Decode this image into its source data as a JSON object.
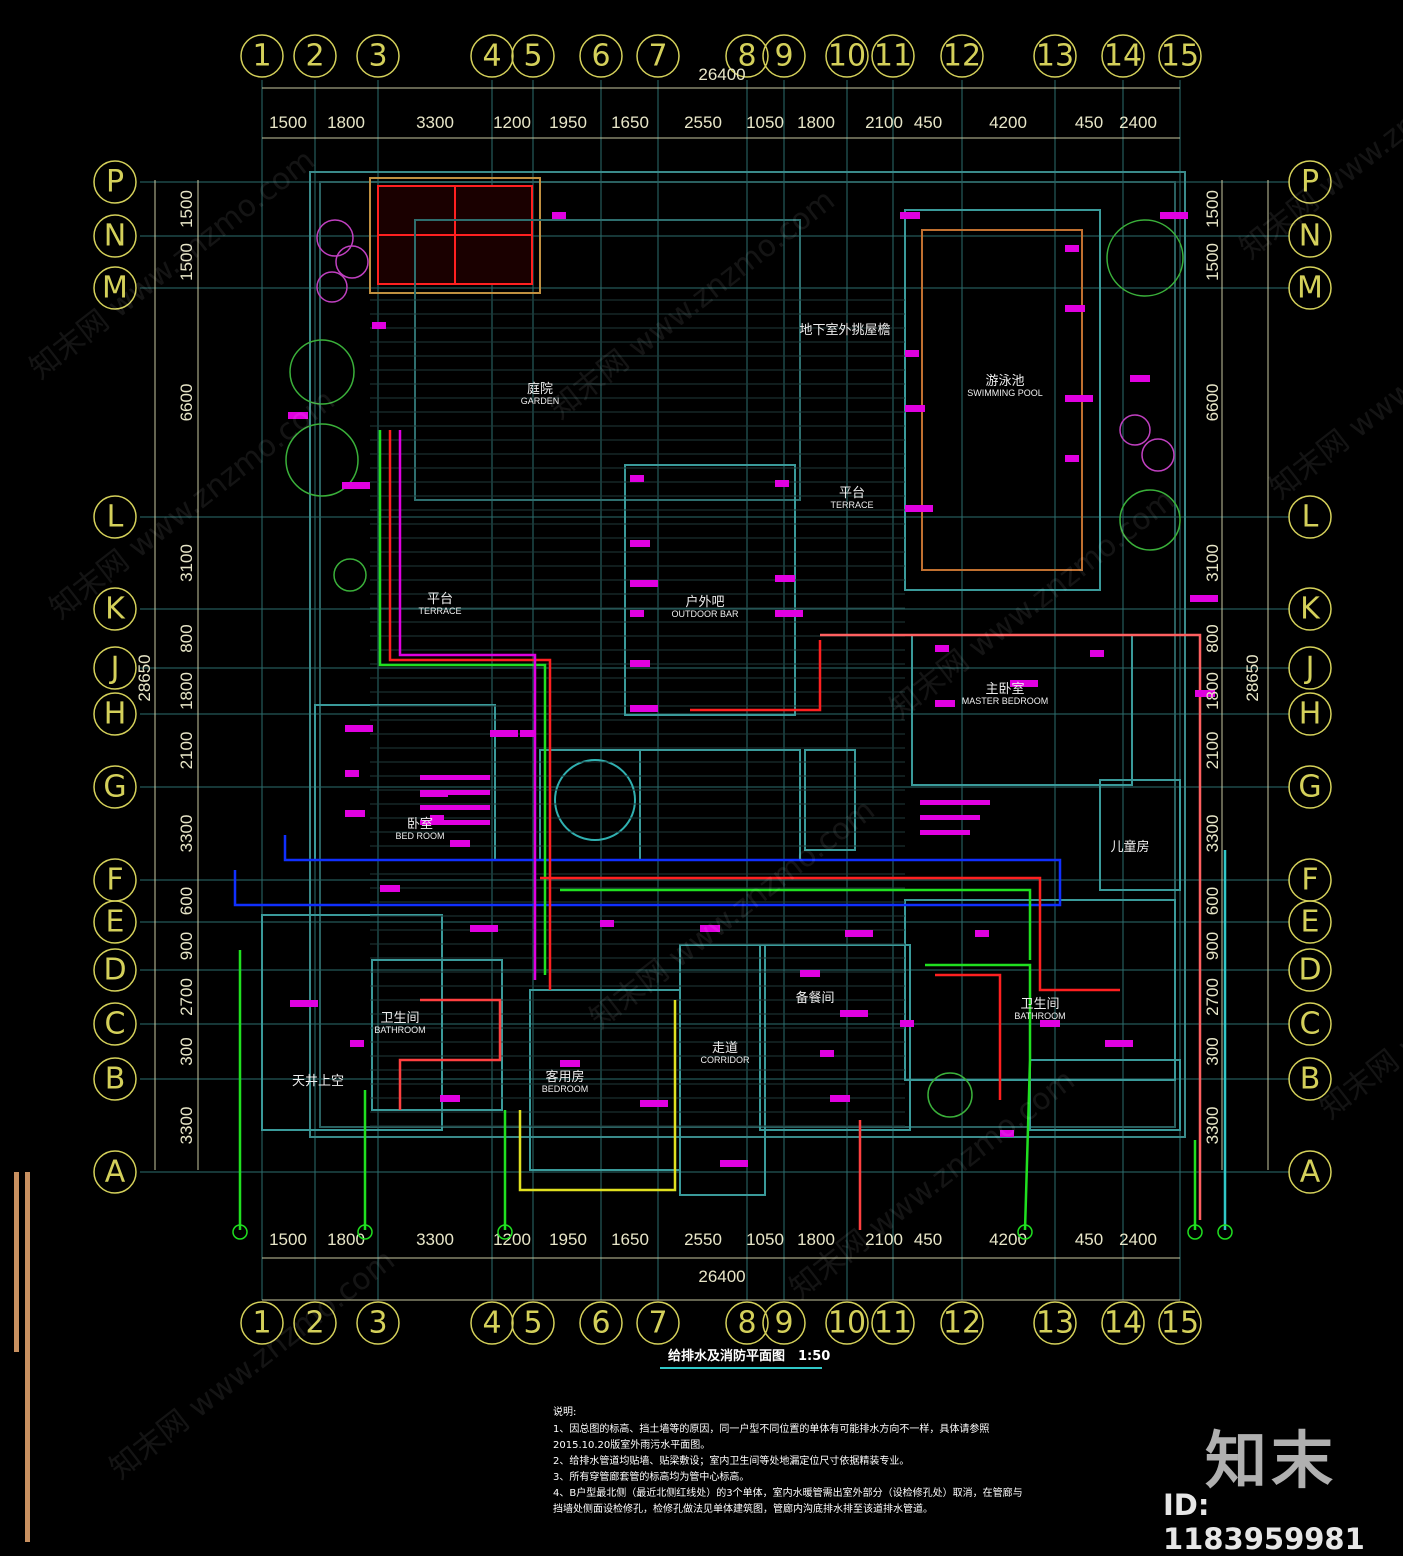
{
  "columns": [
    "1",
    "2",
    "3",
    "4",
    "5",
    "6",
    "7",
    "8",
    "9",
    "10",
    "11",
    "12",
    "13",
    "14",
    "15"
  ],
  "rows": [
    "P",
    "N",
    "M",
    "L",
    "K",
    "J",
    "H",
    "G",
    "F",
    "E",
    "D",
    "C",
    "B",
    "A"
  ],
  "dims_top": [
    "1500",
    "1800",
    "3300",
    "1200",
    "1950",
    "1650",
    "2550",
    "1050",
    "1800",
    "2100",
    "450",
    "4200",
    "450",
    "2400"
  ],
  "dims_bottom": [
    "1500",
    "1800",
    "3300",
    "1200",
    "1950",
    "1650",
    "2550",
    "1050",
    "1800",
    "2100",
    "450",
    "4200",
    "450",
    "2400"
  ],
  "total_width": "26400",
  "dims_side": [
    "1500",
    "1500",
    "6600",
    "3100",
    "800",
    "1800",
    "2100",
    "3300",
    "600",
    "900",
    "2700",
    "300",
    "3300"
  ],
  "total_height": "28650",
  "rooms": [
    {
      "zh": "庭院",
      "en": "GARDEN"
    },
    {
      "zh": "游泳池",
      "en": "SWIMMING POOL"
    },
    {
      "zh": "地下室外挑屋檐",
      "en": ""
    },
    {
      "zh": "平台",
      "en": "TERRACE"
    },
    {
      "zh": "户外吧",
      "en": "OUTDOOR BAR"
    },
    {
      "zh": "主卧室",
      "en": "MASTER BEDROOM"
    },
    {
      "zh": "卧室",
      "en": "BED ROOM"
    },
    {
      "zh": "走道",
      "en": "CORRIDOR"
    },
    {
      "zh": "卫生间",
      "en": "BATHROOM"
    },
    {
      "zh": "卫生间",
      "en": "BATHROOM"
    },
    {
      "zh": "客用房",
      "en": "BEDROOM"
    },
    {
      "zh": "天井上空",
      "en": ""
    },
    {
      "zh": "备餐间",
      "en": ""
    },
    {
      "zh": "儿童房",
      "en": ""
    },
    {
      "zh": "平台",
      "en": "TERRACE"
    }
  ],
  "drawing_title": "给排水及消防平面图　1:50",
  "notes_heading": "说明:",
  "notes": [
    "1、因总图的标高、挡土墙等的原因，同一户型不同位置的单体有可能排水方向不一样，具体请参照",
    "2015.10.20版室外雨污水平面图。",
    "2、给排水管道均贴墙、贴梁敷设；室内卫生间等处地漏定位尺寸依据精装专业。",
    "3、所有穿管廊套管的标高均为管中心标高。",
    "4、B户型最北侧（最近北侧红线处）的3个单体，室内水暖管需出室外部分（设检修孔处）取消，在管廊与",
    "挡墙处侧面设检修孔，检修孔做法见单体建筑图，管廊内沟底排水排至该道排水管道。"
  ],
  "brand": "知末",
  "id_text": "ID: 1183959981",
  "watermark": "知末网 www.znzmo.com",
  "colors": {
    "axis": "#d4d05a",
    "magenta": "#e000e0",
    "red": "#ff2020",
    "green": "#20e020",
    "blue": "#1030ff",
    "cyan": "#30c8c8",
    "yellow": "#e0e020",
    "wall": "#3a8080"
  }
}
